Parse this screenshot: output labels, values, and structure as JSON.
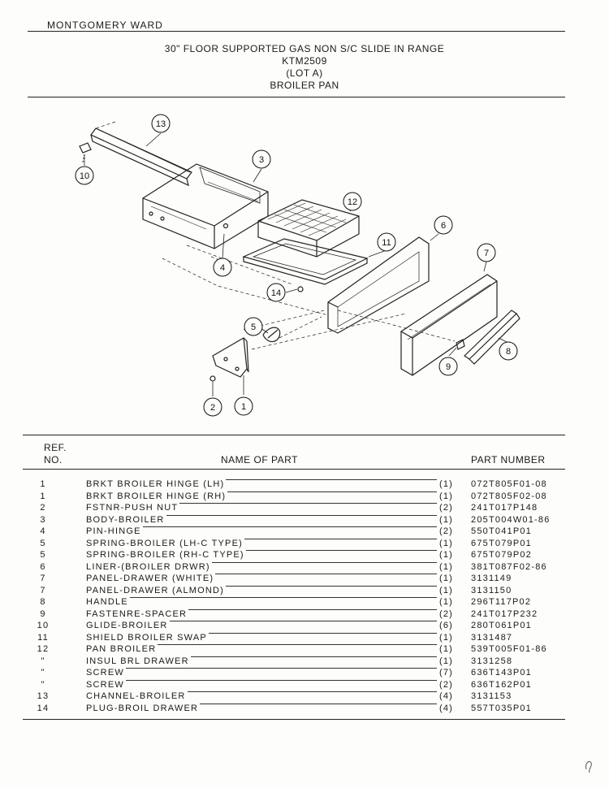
{
  "header": {
    "brand": "MONTGOMERY WARD",
    "title_lines": [
      "30\" FLOOR SUPPORTED GAS NON S/C SLIDE IN RANGE",
      "KTM2509",
      "(LOT A)",
      "BROILER PAN"
    ]
  },
  "diagram": {
    "callouts": [
      "1",
      "2",
      "3",
      "4",
      "5",
      "6",
      "7",
      "8",
      "9",
      "10",
      "11",
      "12",
      "13",
      "14"
    ]
  },
  "table": {
    "headers": {
      "ref_line1": "REF.",
      "ref_line2": "NO.",
      "name": "NAME OF PART",
      "part_number": "PART NUMBER"
    },
    "rows": [
      {
        "ref": "1",
        "name": "BRKT BROILER HINGE (LH)",
        "qty": "(1)",
        "part": "072T805F01-08"
      },
      {
        "ref": "1",
        "name": "BRKT BROILER HINGE (RH)",
        "qty": "(1)",
        "part": "072T805F02-08"
      },
      {
        "ref": "2",
        "name": "FSTNR-PUSH NUT",
        "qty": "(2)",
        "part": "241T017P148"
      },
      {
        "ref": "3",
        "name": "BODY-BROILER",
        "qty": "(1)",
        "part": "205T004W01-86"
      },
      {
        "ref": "4",
        "name": "PIN-HINGE",
        "qty": "(2)",
        "part": "550T041P01"
      },
      {
        "ref": "5",
        "name": "SPRING-BROILER (LH-C TYPE)",
        "qty": "(1)",
        "part": "675T079P01"
      },
      {
        "ref": "5",
        "name": "SPRING-BROILER (RH-C TYPE)",
        "qty": "(1)",
        "part": "675T079P02"
      },
      {
        "ref": "6",
        "name": "LINER-(BROILER DRWR)",
        "qty": "(1)",
        "part": "381T087F02-86"
      },
      {
        "ref": "7",
        "name": "PANEL-DRAWER (WHITE)",
        "qty": "(1)",
        "part": "3131149"
      },
      {
        "ref": "7",
        "name": "PANEL-DRAWER (ALMOND)",
        "qty": "(1)",
        "part": "3131150"
      },
      {
        "ref": "8",
        "name": "HANDLE",
        "qty": "(1)",
        "part": "296T117P02"
      },
      {
        "ref": "9",
        "name": "FASTENRE-SPACER",
        "qty": "(2)",
        "part": "241T017P232"
      },
      {
        "ref": "10",
        "name": "GLIDE-BROILER",
        "qty": "(6)",
        "part": "280T061P01"
      },
      {
        "ref": "11",
        "name": "SHIELD BROILER SWAP",
        "qty": "(1)",
        "part": "3131487"
      },
      {
        "ref": "12",
        "name": "PAN BROILER",
        "qty": "(1)",
        "part": "539T005F01-86"
      },
      {
        "ref": "\"",
        "name": "INSUL BRL DRAWER",
        "qty": "(1)",
        "part": "3131258"
      },
      {
        "ref": "\"",
        "name": "SCREW",
        "qty": "(7)",
        "part": "636T143P01"
      },
      {
        "ref": "\"",
        "name": "SCREW",
        "qty": "(2)",
        "part": "636T162P01"
      },
      {
        "ref": "13",
        "name": "CHANNEL-BROILER",
        "qty": "(4)",
        "part": "3131153"
      },
      {
        "ref": "14",
        "name": "PLUG-BROIL DRAWER",
        "qty": "(4)",
        "part": "557T035P01"
      }
    ]
  }
}
